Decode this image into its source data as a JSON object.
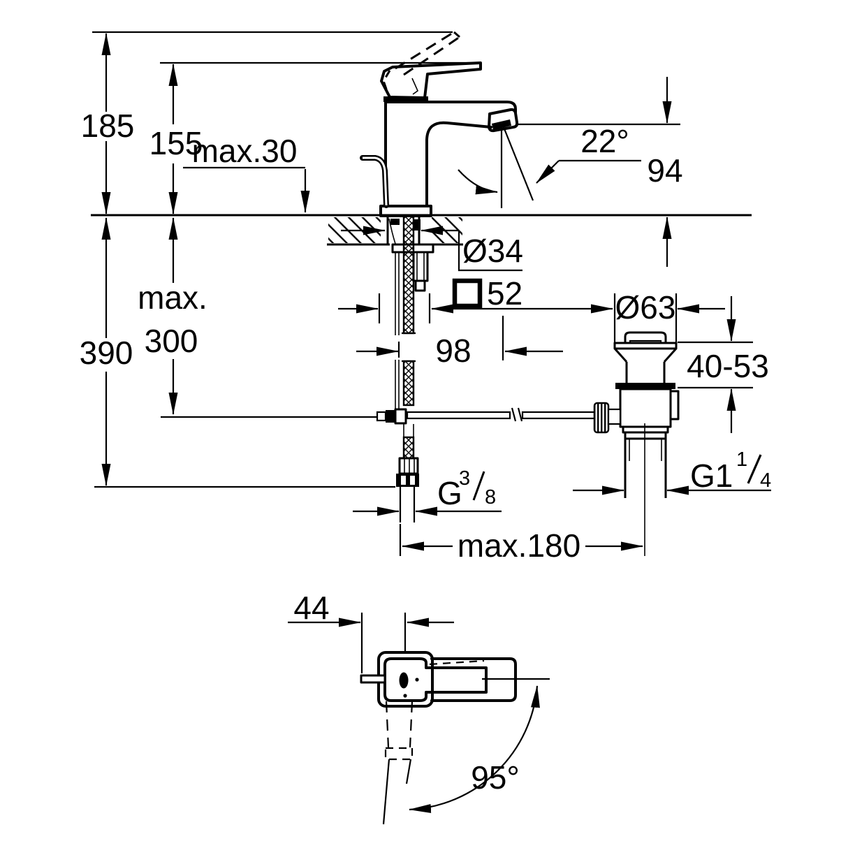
{
  "page": {
    "background": "#ffffff",
    "line_color": "#000000"
  },
  "drawing": {
    "type": "technical-dimension-drawing",
    "subject": "Single-lever basin mixer with pop-up waste: side elevation with mounting/waste details and base top view",
    "units": "mm",
    "labels": {
      "total_height": "185",
      "handle_top_height": "155",
      "max_deck_thickness": "max.30",
      "spout_angle": "22°",
      "spout_outlet_height": "94",
      "shank_diameter": "Ø34",
      "body_square_size": "52",
      "flange_diameter": "Ø63",
      "hose_max_prefix": "max.",
      "hose_max_value": "300",
      "below_deck_depth": "390",
      "spout_projection": "98",
      "waste_deck_range": "40-53",
      "waste_thread_base": "G1",
      "waste_thread_num": "1",
      "waste_thread_den": "4",
      "supply_thread_base": "G",
      "supply_thread_num": "3",
      "supply_thread_den": "8",
      "max_center_distance": "max.180",
      "popup_rod_offset": "44",
      "handle_swing_angle": "95°"
    }
  }
}
